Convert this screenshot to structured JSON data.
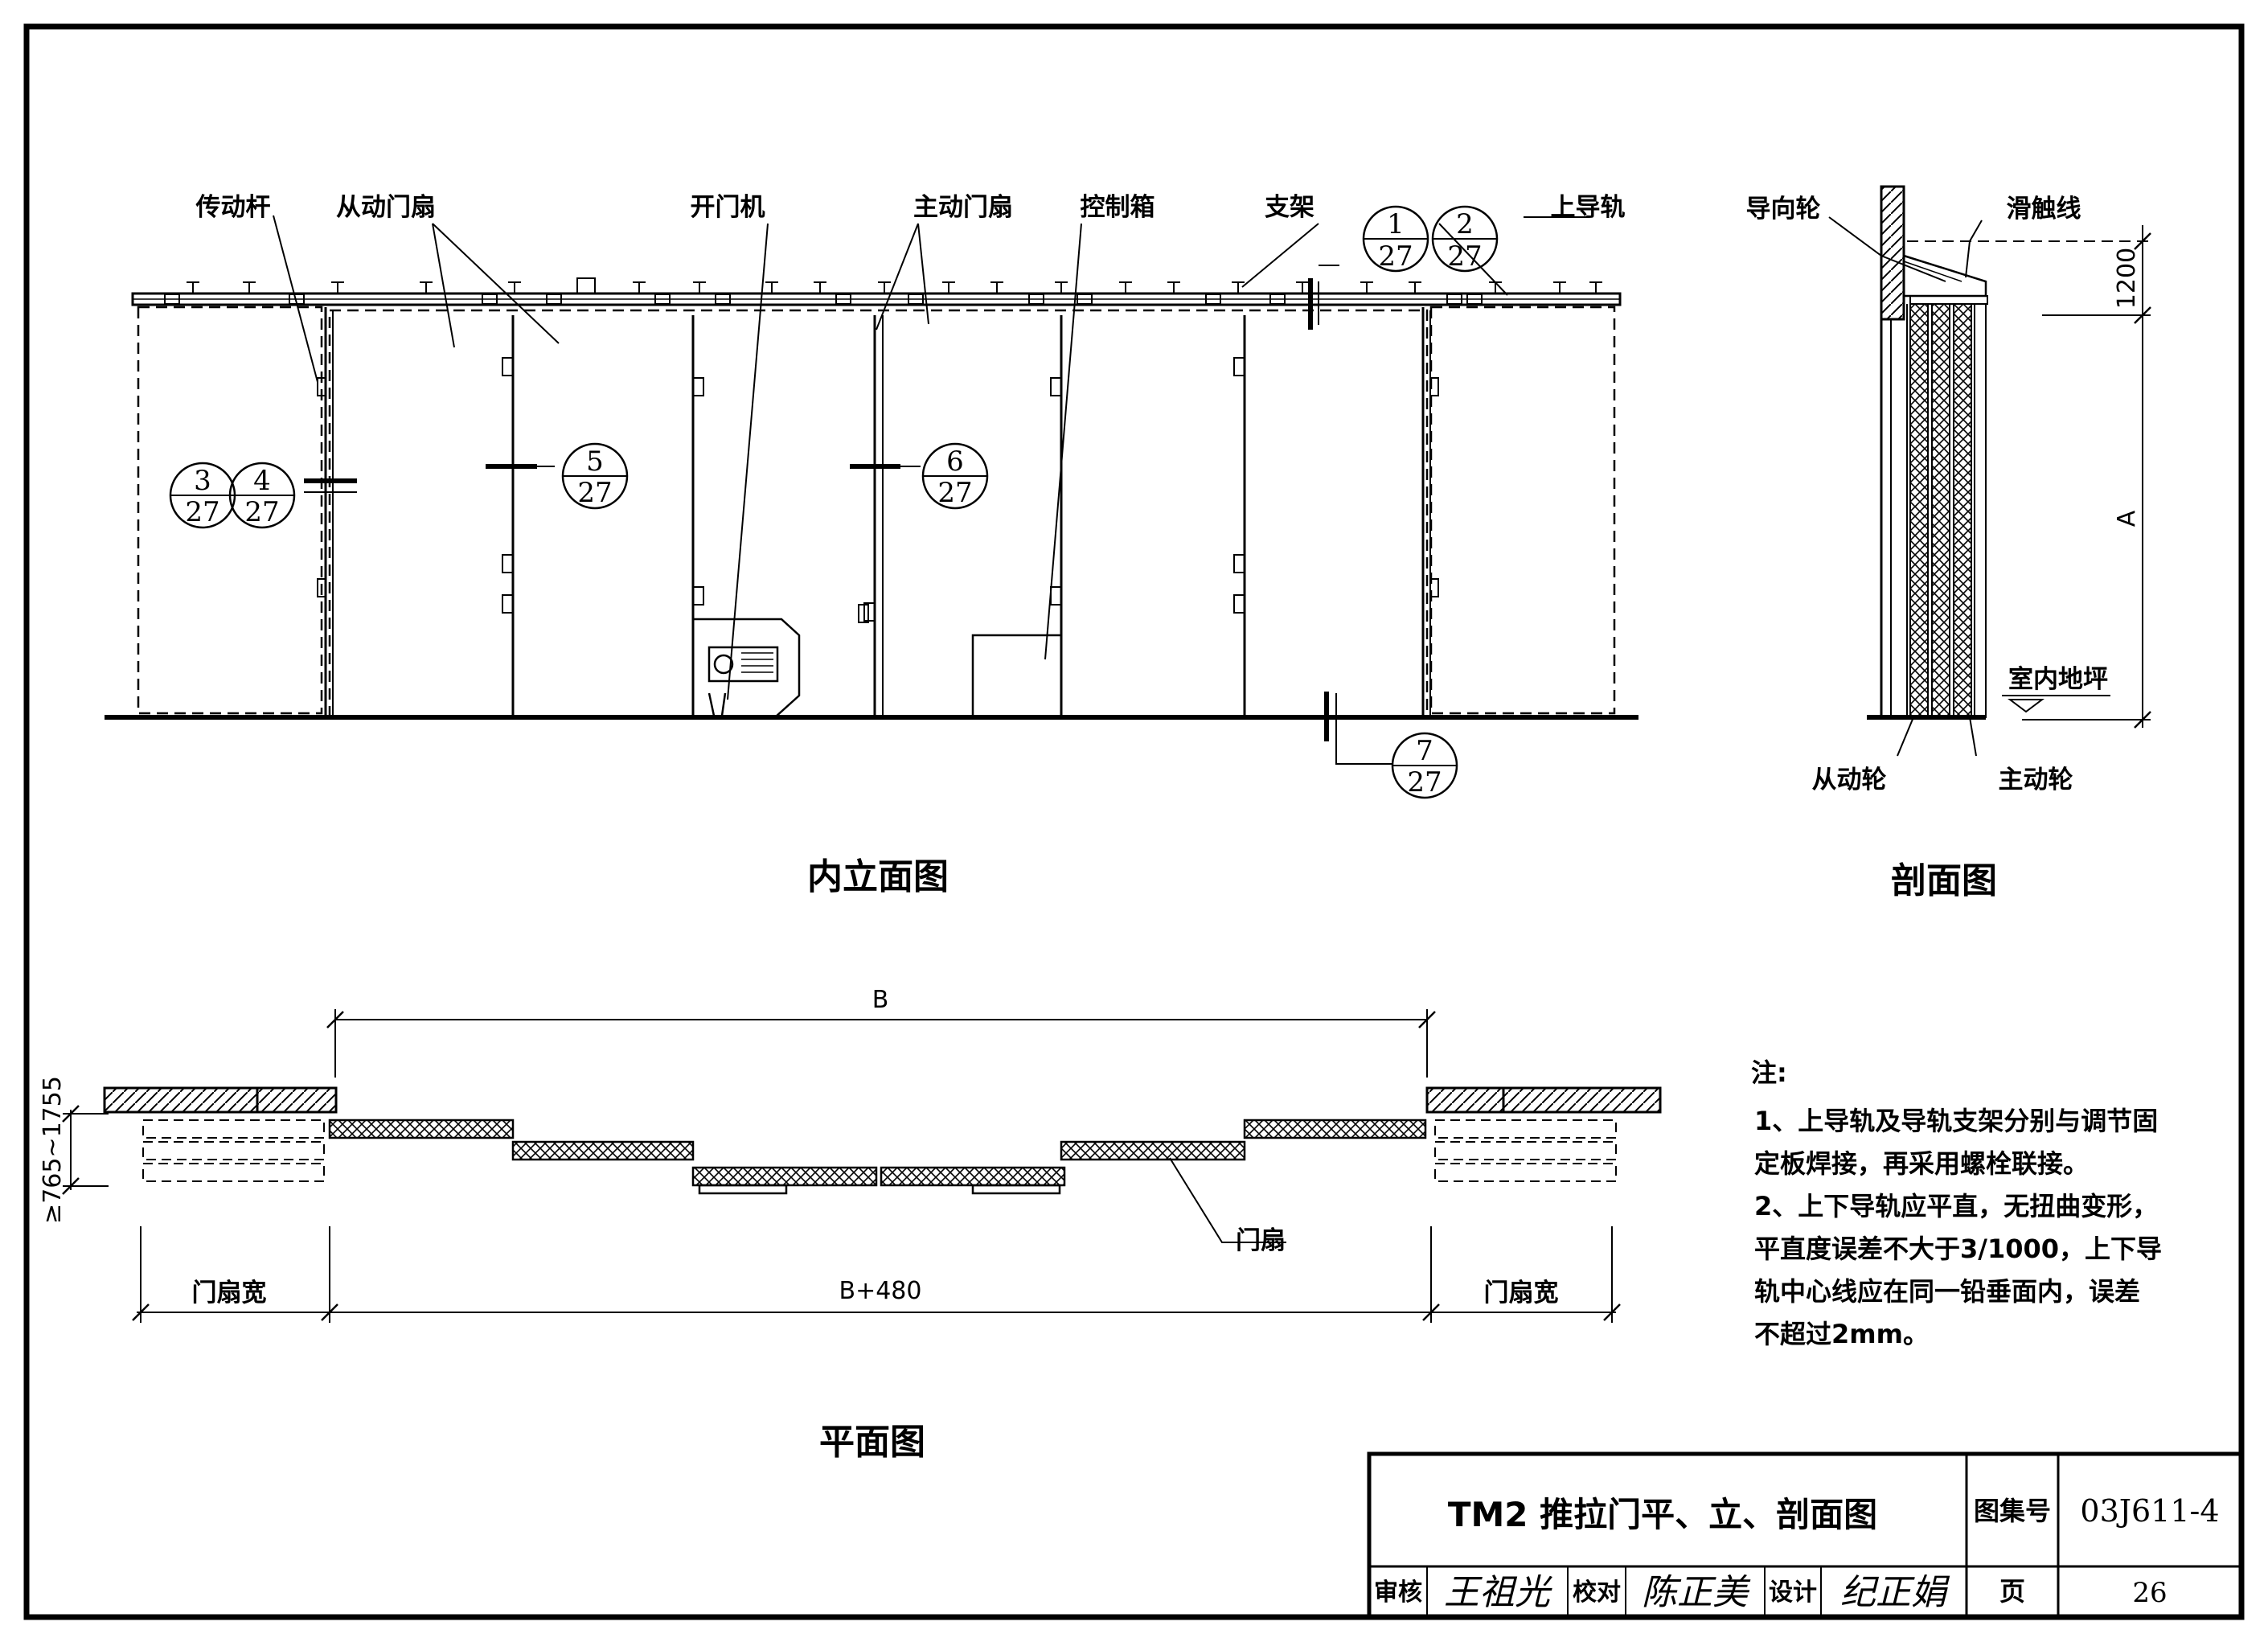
{
  "labels": {
    "transmission_rod": "传动杆",
    "driven_leaf": "从动门扇",
    "door_operator": "开门机",
    "active_leaf": "主动门扇",
    "control_box": "控制箱",
    "bracket": "支架",
    "upper_rail": "上导轨",
    "guide_wheel": "导向轮",
    "sliding_wire": "滑触线",
    "driven_wheel": "从动轮",
    "drive_wheel": "主动轮",
    "indoor_floor": "室内地坪",
    "door_leaf": "门扇",
    "leaf_width_left": "门扇宽",
    "leaf_width_right": "门扇宽"
  },
  "callouts": [
    {
      "num": "1",
      "page": "27"
    },
    {
      "num": "2",
      "page": "27"
    },
    {
      "num": "3",
      "page": "27"
    },
    {
      "num": "4",
      "page": "27"
    },
    {
      "num": "5",
      "page": "27"
    },
    {
      "num": "6",
      "page": "27"
    },
    {
      "num": "7",
      "page": "27"
    }
  ],
  "dimensions": {
    "section_top": "1200",
    "section_height": "A",
    "plan_width": "B",
    "plan_total": "B+480",
    "plan_depth": "≥765~1755"
  },
  "titles": {
    "elevation": "内立面图",
    "section": "剖面图",
    "plan": "平面图"
  },
  "notes": {
    "heading": "注:",
    "lines": [
      "1、上导轨及导轨支架分别与调节固",
      "定板焊接，再采用螺栓联接。",
      "2、上下导轨应平直，无扭曲变形，",
      "平直度误差不大于3/1000，上下导",
      "轨中心线应在同一铅垂面内，误差",
      "不超过2mm。"
    ]
  },
  "title_block": {
    "drawing_title": "TM2  推拉门平、立、剖面图",
    "atlas_label": "图集号",
    "atlas_number": "03J611-4",
    "review_label": "审核",
    "review_sign": "王祖光",
    "check_label": "校对",
    "check_sign": "陈正美",
    "design_label": "设计",
    "design_sign": "纪正娟",
    "page_label": "页",
    "page_number": "26"
  }
}
